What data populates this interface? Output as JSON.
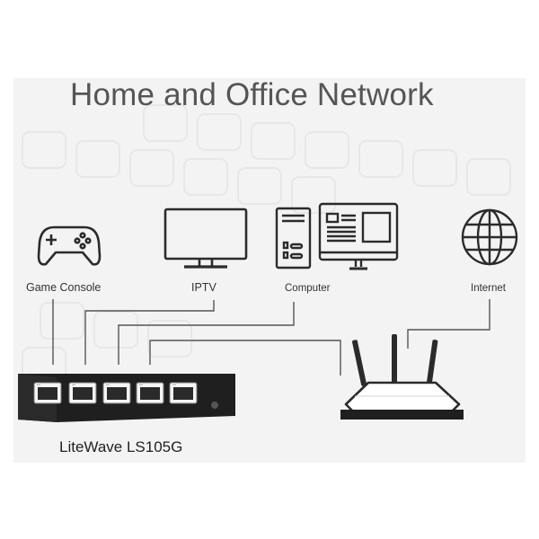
{
  "title": "Home and Office Network",
  "devices": {
    "game_console": "Game Console",
    "iptv": "IPTV",
    "computer": "Computer",
    "internet": "Internet"
  },
  "switch_model": "LiteWave LS105G",
  "colors": {
    "panel_bg": "#f3f3f3",
    "line": "#555555",
    "device": "#2b2b2b",
    "switch_body": "#1f1f1f"
  }
}
